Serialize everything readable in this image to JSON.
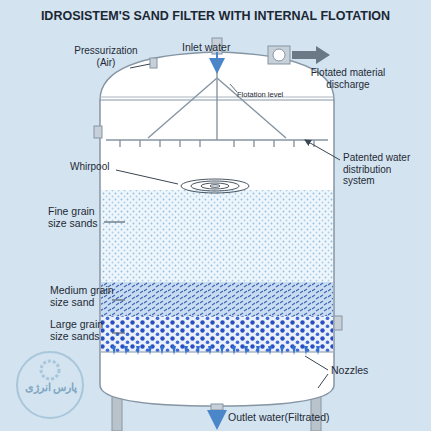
{
  "diagram": {
    "title": "IDROSISTEM'S SAND FILTER WITH INTERNAL FLOTATION",
    "labels": [
      "Pressurization (Air)",
      "Inlet water",
      "Flotated material discharge",
      "Flotation level",
      "Patented water distribution system",
      "Whirpool",
      "Fine grain size sands",
      "Medium grain size sand",
      "Large grain size sands",
      "Nozzles",
      "Outlet water(Filtrated)",
      "پارس انرژی"
    ]
  }
}
